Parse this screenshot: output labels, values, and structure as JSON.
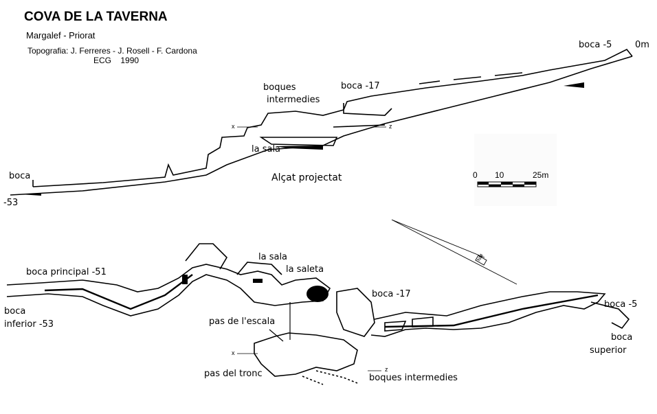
{
  "header": {
    "title": "COVA DE LA TAVERNA",
    "location": "Margalef - Priorat",
    "survey": "Topografia: J. Ferreres - J. Rosell - F. Cardona",
    "club_year": "ECG    1990"
  },
  "profile": {
    "caption": "Alçat projectat",
    "labels": {
      "boca5": "boca -5",
      "zero": "0m",
      "boques": "boques",
      "intermedies": "intermedies",
      "boca17": "boca -17",
      "x": "x",
      "z": "z",
      "sala": "la sala",
      "boca": "boca",
      "minus53": "-53"
    }
  },
  "scale": {
    "t0": "0",
    "t10": "10",
    "t25": "25m"
  },
  "north": "NM",
  "plan": {
    "labels": {
      "sala": "la sala",
      "saleta": "la saleta",
      "boca_principal": "boca principal -51",
      "boca": "boca",
      "inferior": "inferior -53",
      "boca17": "boca -17",
      "boca5": "boca -5",
      "boca_sup": "boca",
      "superior": "superior",
      "pas_escala": "pas de l'escala",
      "x": "x",
      "pas_tronc": "pas del tronc",
      "z": "z",
      "boques_intermedies": "boques intermedies"
    }
  }
}
